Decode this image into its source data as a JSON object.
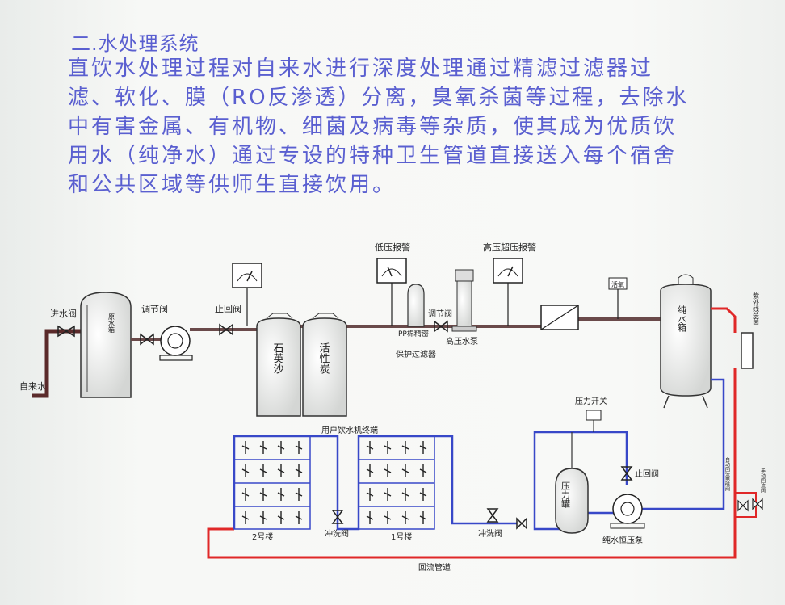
{
  "heading": "二.水处理系统",
  "paragraph": [
    "直饮水处理过程对自来水进行深度处理通过精滤过滤器过",
    "滤、软化、膜（RO反渗透）分离，臭氧杀菌等过程，去除水",
    "中有害金属、有机物、细菌及病毒等杂质，使其成为优质饮",
    "用水（纯净水）通过专设的特种卫生管道直接送入每个宿舍",
    "和公共区域等供师生直接饮用。"
  ],
  "labels": {
    "tap_water": "自来水",
    "inlet_valve": "进水阀",
    "raw_tank": "原水箱",
    "regulating_valve_1": "调节阀",
    "check_valve_1": "止回阀",
    "quartz_sand": "石英沙",
    "activated_carbon": "活性炭",
    "low_pressure_alarm": "低压报警",
    "pp_filter_1": "PP棉精密",
    "pp_filter_2": "保护过滤器",
    "regulating_valve_2": "调节阀",
    "high_pressure_pump": "高压水泵",
    "high_pressure_alarm": "高压超压报警",
    "ozone": "活氧",
    "pure_water_tank": "纯水箱",
    "uv_sterilizer": "紫外线杀菌",
    "user_terminals": "用户饮水机终端",
    "building_2": "2号楼",
    "building_1": "1号楼",
    "flush_valve_1": "冲洗阀",
    "flush_valve_2": "冲洗阀",
    "pressure_switch": "压力开关",
    "pressure_tank": "压力罐",
    "check_valve_2": "止回阀",
    "constant_pressure_pump": "纯水恒压泵",
    "return_pipe": "回流管道",
    "auto_valve": "自动回流电磁阀",
    "manual_valve": "手动回流阀"
  },
  "colors": {
    "text_blue": "#5a5fd0",
    "pipe_blue": "#3848c8",
    "pipe_red": "#e02828"
  }
}
